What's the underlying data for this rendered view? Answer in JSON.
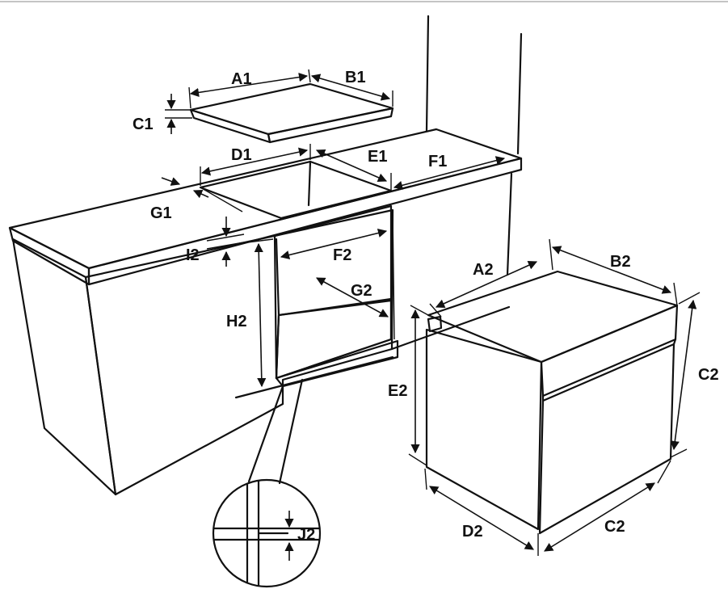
{
  "labels": {
    "A1": "A1",
    "B1": "B1",
    "C1": "C1",
    "D1": "D1",
    "E1": "E1",
    "F1": "F1",
    "G1": "G1",
    "I2": "I2",
    "F2": "F2",
    "G2": "G2",
    "H2": "H2",
    "J2": "J2",
    "A2": "A2",
    "B2": "B2",
    "C2_side": "C2",
    "C2_bottom": "C2",
    "D2": "D2",
    "E2": "E2"
  },
  "colors": {
    "line": "#111111",
    "background": "#ffffff",
    "counter_top": "#d0d0d0",
    "steel": "#9a9a9a"
  }
}
